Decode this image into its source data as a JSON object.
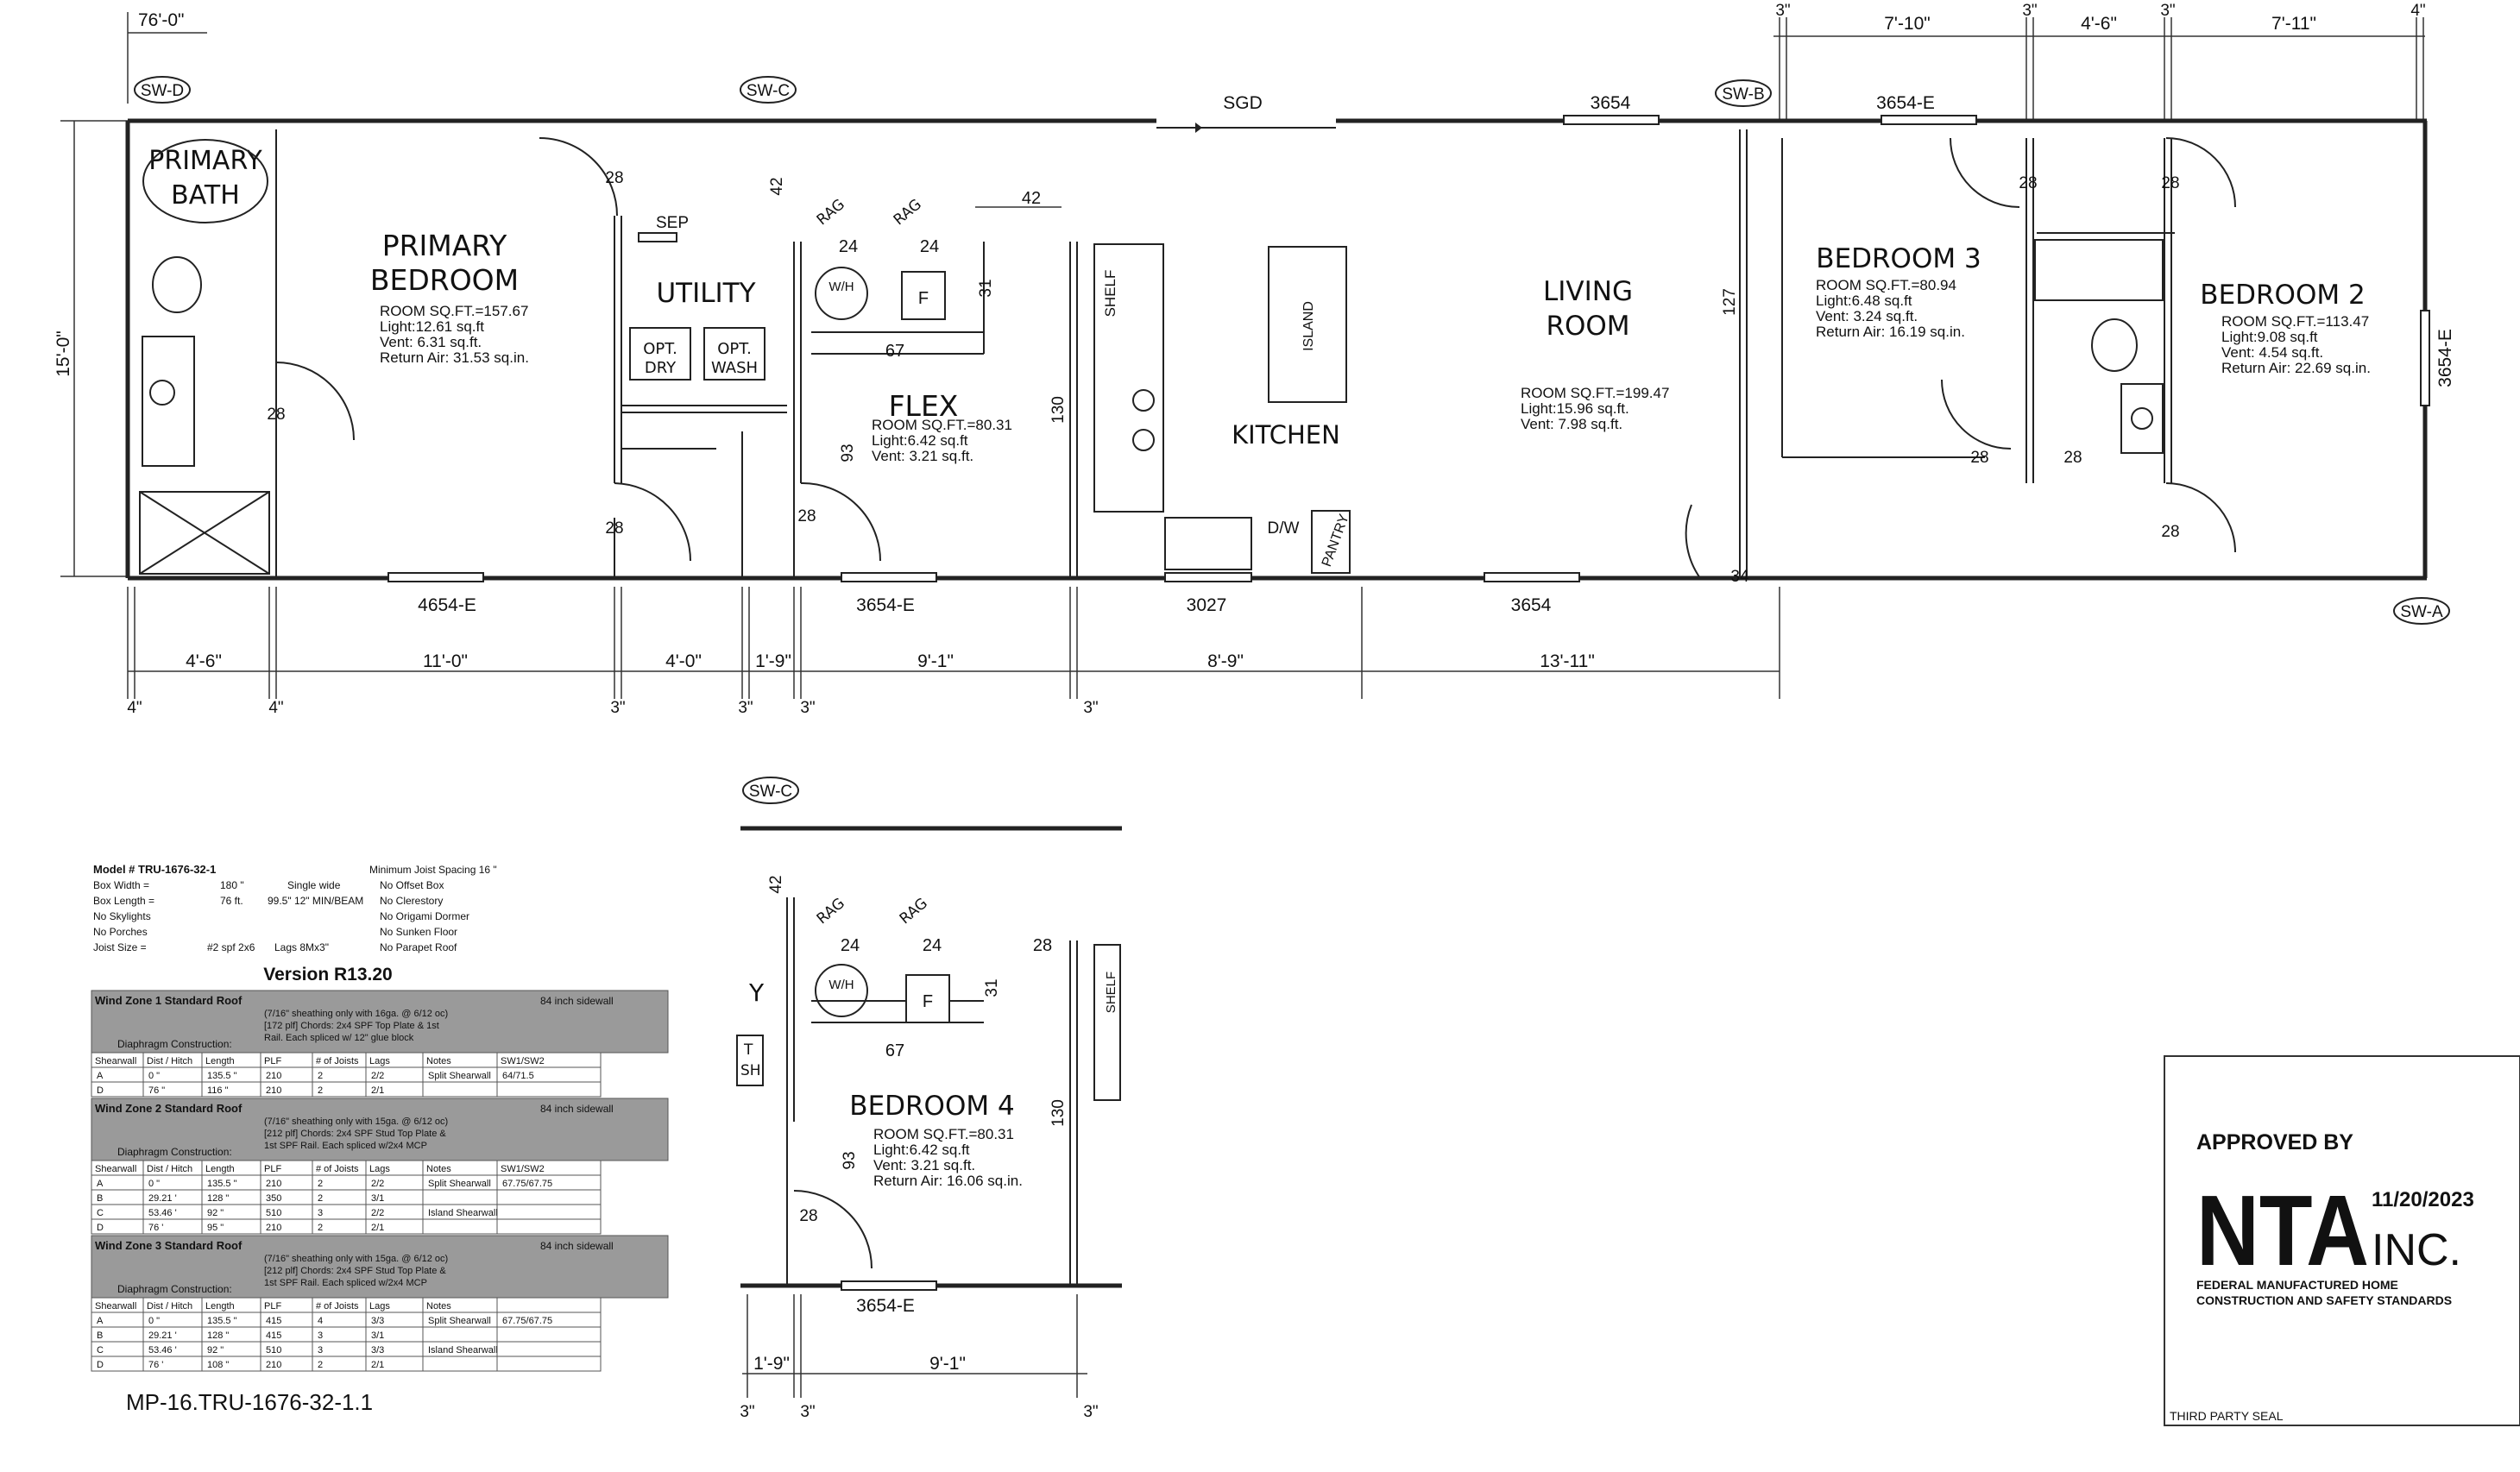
{
  "overall_length": "76'-0\"",
  "overall_width": "15'-0\"",
  "shearwall_tags": [
    "SW-D",
    "SW-C",
    "SW-B",
    "SW-A",
    "SW-C"
  ],
  "top_labels": {
    "sgd": "SGD",
    "window_living": "3654",
    "window_bed3": "3654-E"
  },
  "right_window": "3654-E",
  "top_dims": [
    "3\"",
    "7'-10\"",
    "3\"",
    "4'-6\"",
    "3\"",
    "7'-11\"",
    "4\""
  ],
  "bottom_windows": [
    "4654-E",
    "3654-E",
    "3027",
    "3654"
  ],
  "bottom_dims": [
    "4'-6\"",
    "11'-0\"",
    "4'-0\"",
    "1'-9\"",
    "9'-1\"",
    "8'-9\"",
    "13'-11\""
  ],
  "bottom_small_dims": [
    "4\"",
    "4\"",
    "3\"",
    "3\"",
    "3\"",
    "3\""
  ],
  "rooms": {
    "primary_bath": {
      "line1": "PRIMARY",
      "line2": "BATH"
    },
    "primary_bedroom": {
      "line1": "PRIMARY",
      "line2": "BEDROOM",
      "sqft": "ROOM SQ.FT.=157.67",
      "light": "Light:12.61 sq.ft",
      "vent": "Vent: 6.31 sq.ft.",
      "return_air": "Return Air: 31.53 sq.in."
    },
    "utility": {
      "name": "UTILITY",
      "sep": "SEP",
      "opt_dry_1": "OPT.",
      "opt_dry_2": "DRY",
      "opt_wash_1": "OPT.",
      "opt_wash_2": "WASH"
    },
    "flex": {
      "name": "FLEX",
      "sqft": "ROOM SQ.FT.=80.31",
      "light": "Light:6.42 sq.ft",
      "vent": "Vent: 3.21 sq.ft."
    },
    "kitchen": {
      "name": "KITCHEN",
      "island": "ISLAND",
      "shelf": "SHELF",
      "dw": "D/W",
      "pantry": "PANTRY"
    },
    "living_room": {
      "line1": "LIVING",
      "line2": "ROOM",
      "sqft": "ROOM SQ.FT.=199.47",
      "light": "Light:15.96 sq.ft.",
      "vent": "Vent: 7.98 sq.ft."
    },
    "bedroom3": {
      "name": "BEDROOM 3",
      "sqft": "ROOM SQ.FT.=80.94",
      "light": "Light:6.48 sq.ft",
      "vent": "Vent: 3.24 sq.ft.",
      "return_air": "Return Air: 16.19 sq.in."
    },
    "bedroom2": {
      "name": "BEDROOM 2",
      "sqft": "ROOM SQ.FT.=113.47",
      "light": "Light:9.08 sq.ft",
      "vent": "Vent: 4.54 sq.ft.",
      "return_air": "Return Air: 22.69 sq.in."
    },
    "bedroom4": {
      "name": "BEDROOM 4",
      "sqft": "ROOM SQ.FT.=80.31",
      "light": "Light:6.42 sq.ft",
      "vent": "Vent: 3.21 sq.ft.",
      "return_air": "Return Air: 16.06 sq.in."
    }
  },
  "fixtures": {
    "rag": "RAG",
    "wh": "W/H",
    "f": "F"
  },
  "door_widths": [
    "28",
    "28",
    "28",
    "28",
    "24",
    "24",
    "42",
    "31",
    "67",
    "130",
    "93",
    "28",
    "127",
    "28",
    "28",
    "28",
    "28",
    "28",
    "34",
    "42"
  ],
  "alt_plan": {
    "dims": [
      "1'-9\"",
      "9'-1\""
    ],
    "small_dims": [
      "3\"",
      "3\"",
      "3\""
    ],
    "window": "3654-E",
    "widths": [
      "42",
      "24",
      "24",
      "28",
      "31",
      "67",
      "130",
      "93",
      "28"
    ],
    "partial_y": "Y",
    "partial_t": "T",
    "partial_sh": "SH",
    "partial_shelf": "SHELF"
  },
  "spec": {
    "model": "Model # TRU-1676-32-1",
    "left": [
      [
        "Box Width =",
        "180 \"",
        "Single wide"
      ],
      [
        "Box Length =",
        "76 ft.",
        "99.5\" 12\" MIN/BEAM"
      ],
      [
        "No Skylights",
        "",
        ""
      ],
      [
        "No Porches",
        "",
        ""
      ],
      [
        "Joist Size =",
        "#2 spf 2x6",
        "Lags 8Mx3\""
      ]
    ],
    "right": [
      "Minimum Joist Spacing 16 \"",
      "No Offset Box",
      "No Clerestory",
      "No Origami Dormer",
      "No Sunken Floor",
      "No Parapet Roof"
    ],
    "version": "Version R13.20"
  },
  "wind_zones": [
    {
      "title": "Wind Zone 1 Standard Roof",
      "sidewall": "84 inch sidewall",
      "sheathing": "(7/16\" sheathing only with 16ga. @ 6/12 oc)",
      "chords": "[172 plf] Chords: 2x4 SPF Top Plate & 1st",
      "rail": "Rail. Each spliced w/ 12\" glue block",
      "diaphragm": "Diaphragm Construction:",
      "headers": [
        "Shearwall",
        "Dist / Hitch",
        "Length",
        "PLF",
        "# of Joists",
        "Lags",
        "Notes",
        "SW1/SW2"
      ],
      "rows": [
        [
          "A",
          "0 \"",
          "135.5 \"",
          "210",
          "2",
          "2/2",
          "Split Shearwall",
          "64/71.5"
        ],
        [
          "D",
          "76 \"",
          "116 \"",
          "210",
          "2",
          "2/1",
          "",
          ""
        ]
      ]
    },
    {
      "title": "Wind Zone 2 Standard Roof",
      "sidewall": "84 inch sidewall",
      "sheathing": "(7/16\" sheathing only with 15ga. @ 6/12 oc)",
      "chords": "[212 plf] Chords: 2x4 SPF Stud Top Plate &",
      "rail": "1st SPF Rail. Each spliced w/2x4 MCP",
      "diaphragm": "Diaphragm Construction:",
      "headers": [
        "Shearwall",
        "Dist / Hitch",
        "Length",
        "PLF",
        "# of Joists",
        "Lags",
        "Notes",
        "SW1/SW2"
      ],
      "rows": [
        [
          "A",
          "0 \"",
          "135.5 \"",
          "210",
          "2",
          "2/2",
          "Split Shearwall",
          "67.75/67.75"
        ],
        [
          "B",
          "29.21 '",
          "128 \"",
          "350",
          "2",
          "3/1",
          "",
          ""
        ],
        [
          "C",
          "53.46 '",
          "92 \"",
          "510",
          "3",
          "2/2",
          "Island Shearwall",
          ""
        ],
        [
          "D",
          "76 '",
          "95 \"",
          "210",
          "2",
          "2/1",
          "",
          ""
        ]
      ]
    },
    {
      "title": "Wind Zone 3 Standard Roof",
      "sidewall": "84 inch sidewall",
      "sheathing": "(7/16\" sheathing only with 15ga. @ 6/12 oc)",
      "chords": "[212 plf] Chords: 2x4 SPF Stud Top Plate &",
      "rail": "1st SPF Rail. Each spliced w/2x4 MCP",
      "diaphragm": "Diaphragm Construction:",
      "headers": [
        "Shearwall",
        "Dist / Hitch",
        "Length",
        "PLF",
        "# of Joists",
        "Lags",
        "Notes",
        ""
      ],
      "rows": [
        [
          "A",
          "0 \"",
          "135.5 \"",
          "415",
          "4",
          "3/3",
          "Split Shearwall",
          "67.75/67.75"
        ],
        [
          "B",
          "29.21 '",
          "128 \"",
          "415",
          "3",
          "3/1",
          "",
          ""
        ],
        [
          "C",
          "53.46 '",
          "92 \"",
          "510",
          "3",
          "3/3",
          "Island Shearwall",
          ""
        ],
        [
          "D",
          "76 '",
          "108 \"",
          "210",
          "2",
          "2/1",
          "",
          ""
        ]
      ]
    }
  ],
  "footer_code": "MP-16.TRU-1676-32-1.1",
  "seal": {
    "approved_by": "APPROVED BY",
    "logo": "NTA",
    "inc": "INC.",
    "date": "11/20/2023",
    "line1": "FEDERAL MANUFACTURED HOME",
    "line2": "CONSTRUCTION AND SAFETY STANDARDS",
    "caption": "THIRD PARTY SEAL"
  }
}
